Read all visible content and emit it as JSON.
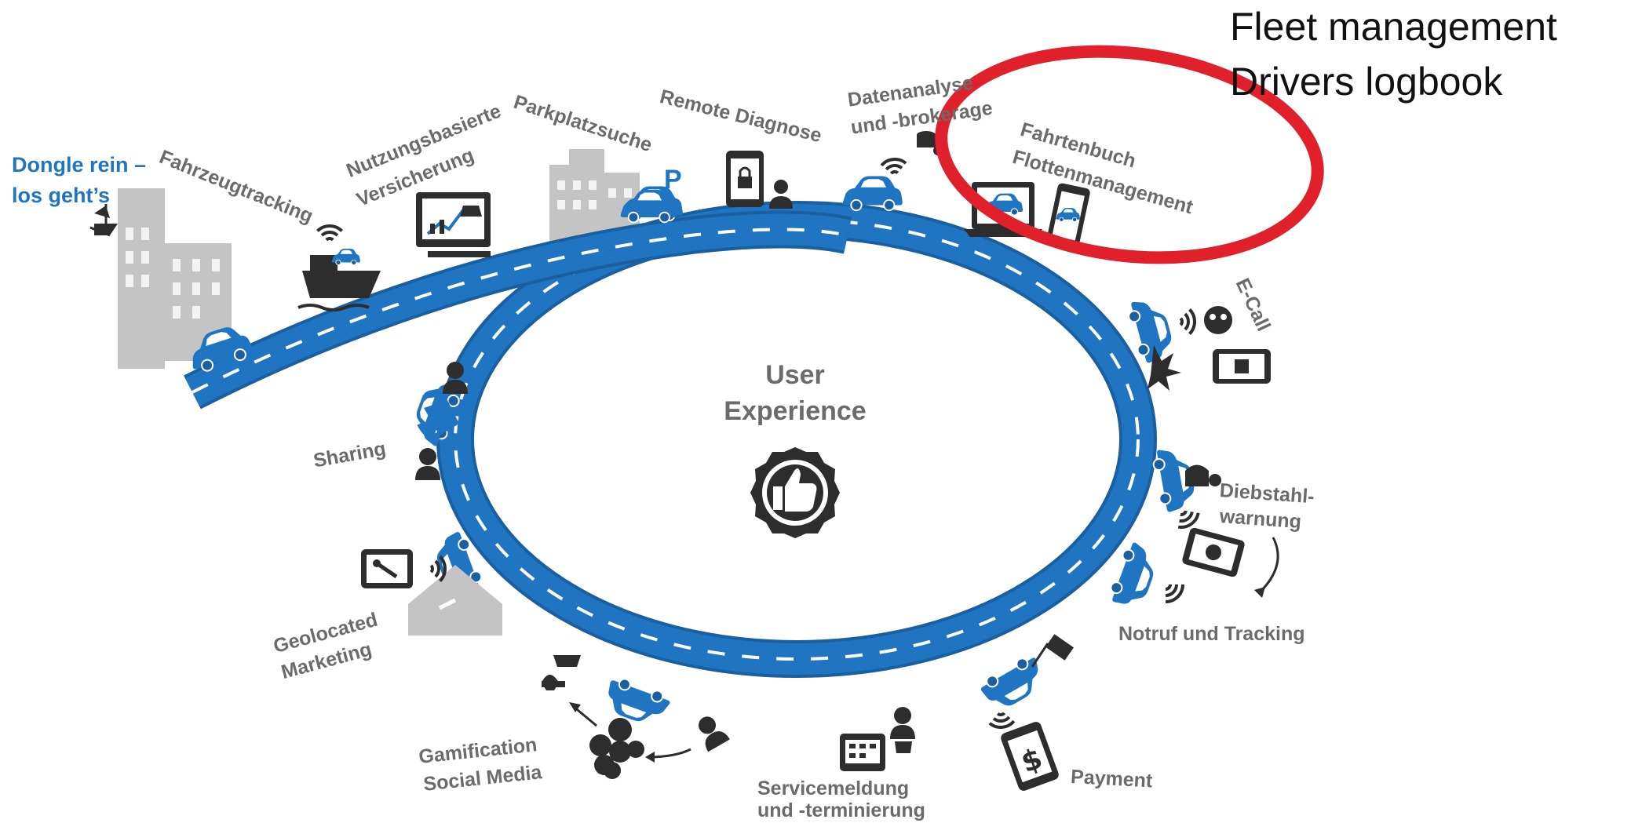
{
  "annotation": {
    "line1": "Fleet management",
    "line2": "Drivers logbook",
    "highlight_color": "#e0202a"
  },
  "start": {
    "line1": "Dongle rein –",
    "line2": "los geht’s"
  },
  "center": {
    "line1": "User",
    "line2": "Experience",
    "icon": "thumbs-up-badge-icon"
  },
  "stations": {
    "fahrzeugtracking": "Fahrzeugtracking",
    "nutzung_line1": "Nutzungsbasierte",
    "nutzung_line2": "Versicherung",
    "parkplatzsuche": "Parkplatzsuche",
    "parking_sign": "P",
    "remote_diagnose": "Remote Diagnose",
    "daten_line1": "Datenanalyse",
    "daten_line2": "und -brokerage",
    "fahrtenbuch_line1": "Fahrtenbuch",
    "fahrtenbuch_line2": "Flottenmanagement",
    "ecall": "E-Call",
    "diebstahl_line1": "Diebstahl-",
    "diebstahl_line2": "warnung",
    "notruf": "Notruf und Tracking",
    "payment": "Payment",
    "service_line1": "Servicemeldung",
    "service_line2": "und -terminierung",
    "gamification_line1": "Gamification",
    "gamification_line2": "Social Media",
    "geolocated_line1": "Geolocated",
    "geolocated_line2": "Marketing",
    "sharing": "Sharing"
  },
  "colors": {
    "road": "#1f75c1",
    "road_edge": "#1a5fa0",
    "icon_gray": "#2d2d2d",
    "building_gray": "#c4c4c4",
    "label_gray": "#6b6b6b",
    "accent_blue": "#1f75c1"
  }
}
